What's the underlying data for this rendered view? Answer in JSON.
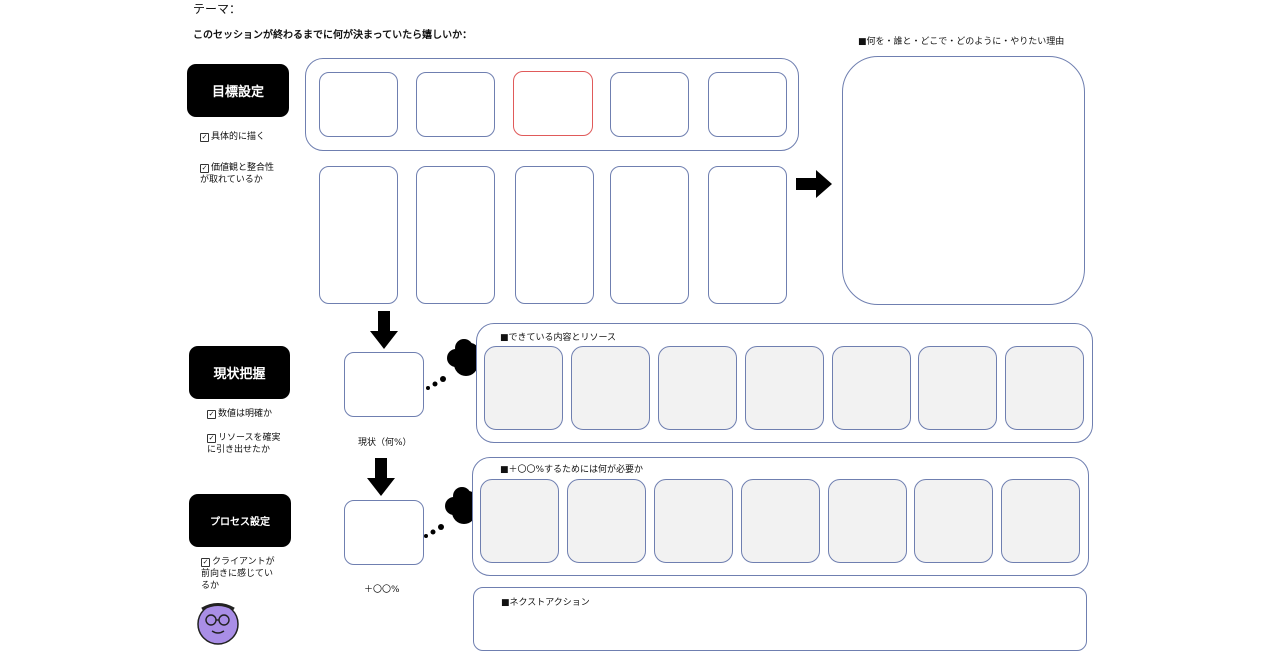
{
  "header": {
    "theme_label": "テーマ：",
    "session_question": "このセッションが終わるまでに何が決まっていたら嬉しいか："
  },
  "goal": {
    "label": "目標設定",
    "checks": [
      "具体的に描く",
      "価値観と整合性が取れているか"
    ],
    "reason_title": "■何を・誰と・どこで・どのように・やりたい理由"
  },
  "current": {
    "label": "現状把握",
    "checks": [
      "数値は明確か",
      "リソースを確実に引き出せたか"
    ],
    "status_caption": "現状（何%）",
    "panel_title": "■できている内容とリソース"
  },
  "process": {
    "label": "プロセス設定",
    "checks": [
      "クライアントが前向きに感じているか"
    ],
    "target_caption": "＋〇〇%",
    "panel_title": "■＋〇〇%するためには何が必要か"
  },
  "next_action": {
    "title": "■ネクストアクション"
  },
  "colors": {
    "box_border": "#6f7fb0",
    "highlight_border": "#e05a5a",
    "gray_fill": "#f2f2f2",
    "avatar": "#a98ee6"
  },
  "icons": [
    "check-icon",
    "arrow-right-icon",
    "arrow-down-icon",
    "thought-cloud-icon",
    "avatar-icon"
  ]
}
